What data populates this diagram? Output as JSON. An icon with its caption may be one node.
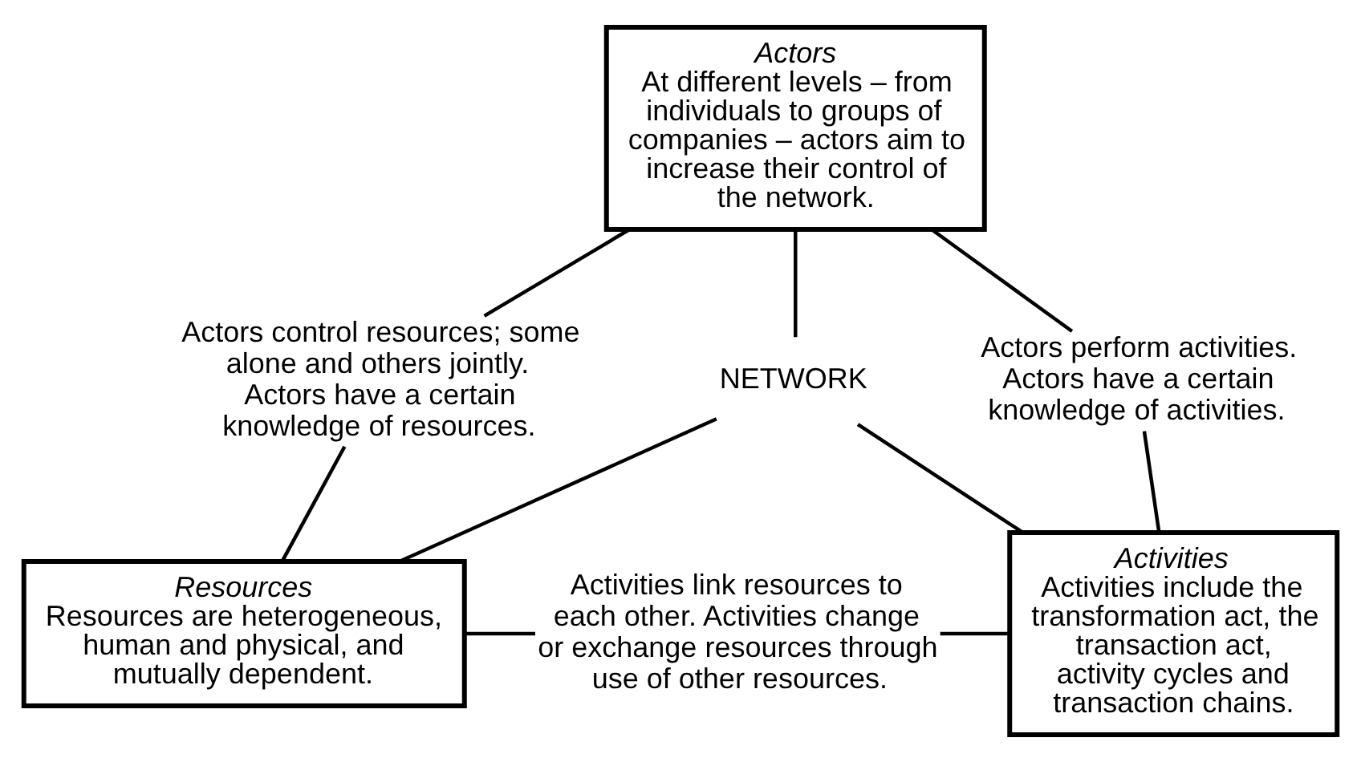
{
  "diagram": {
    "nodes": [
      {
        "text": [
          "Actors",
          "At different levels – from individuals to groups of companies – actors aim to increase their control of the network."
        ]
      },
      {
        "text": [
          "Actors control resources; some alone and others jointly. Actors have a certain knowledge of resources."
        ]
      },
      {
        "text": [
          "NETWORK"
        ]
      },
      {
        "text": [
          "Actors perform activities. Actors have a certain knowledge of activities."
        ]
      },
      {
        "text": [
          "Resources",
          "Resources are heterogeneous, human and physical, and mutually dependent."
        ]
      },
      {
        "text": [
          "Activities link resources to each other. Activities change or exchange resources through use of other resources."
        ]
      },
      {
        "text": [
          "Activities",
          "Activities include the transformation act, the transaction act, activity cycles and transaction chains."
        ]
      }
    ],
    "edges": [
      {
        "from": 0,
        "to": 1,
        "arrow": "none"
      },
      {
        "from": 1,
        "to": 4,
        "arrow": "none"
      },
      {
        "from": 0,
        "to": 2,
        "arrow": "none"
      },
      {
        "from": 0,
        "to": 3,
        "arrow": "none"
      },
      {
        "from": 3,
        "to": 6,
        "arrow": "none"
      },
      {
        "from": 2,
        "to": 4,
        "arrow": "none"
      },
      {
        "from": 2,
        "to": 6,
        "arrow": "none"
      },
      {
        "from": 4,
        "to": 5,
        "arrow": "none"
      },
      {
        "from": 5,
        "to": 6,
        "arrow": "none"
      }
    ]
  }
}
